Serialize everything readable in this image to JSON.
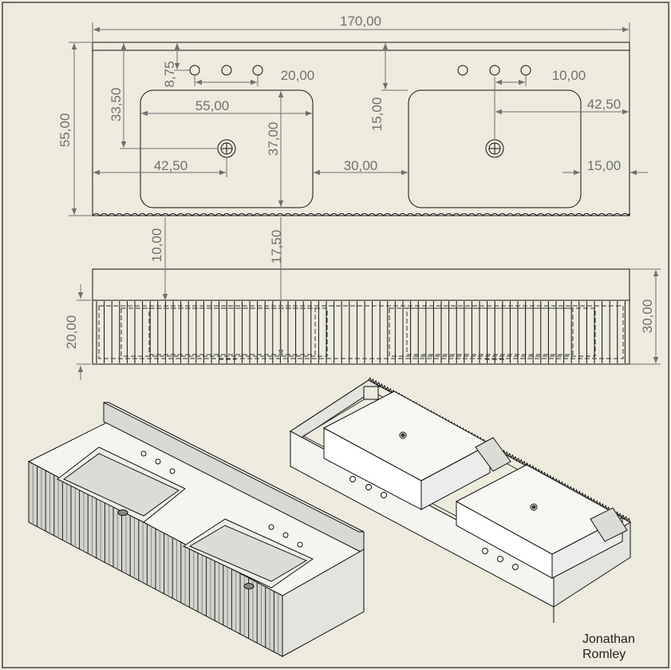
{
  "drawing": {
    "author_line1": "Jonathan",
    "author_line2": "Romley",
    "colors": {
      "paper": "#ecebdd",
      "line": "#111111",
      "dimension": "#707070",
      "face_light": "#f4f4f0",
      "face_mid": "#d9d9d4",
      "face_dark": "#b9b9b4"
    }
  },
  "dimensions": {
    "overall_width": "170,00",
    "overall_depth": "55,00",
    "tap_hole_offset": "8,75",
    "basin_setback": "33,50",
    "tap_spacing_left": "20,00",
    "basin_width": "55,00",
    "basin_depth": "37,00",
    "drain_offset_left": "42,50",
    "gap_between_basins": "30,00",
    "basin_setback_right": "15,00",
    "tap_spacing_right": "10,00",
    "drain_offset_right": "42,50",
    "edge_margin_right": "15,00",
    "top_thickness": "10,00",
    "basin_height": "17,50",
    "fluted_height": "20,00",
    "total_height": "30,00"
  }
}
